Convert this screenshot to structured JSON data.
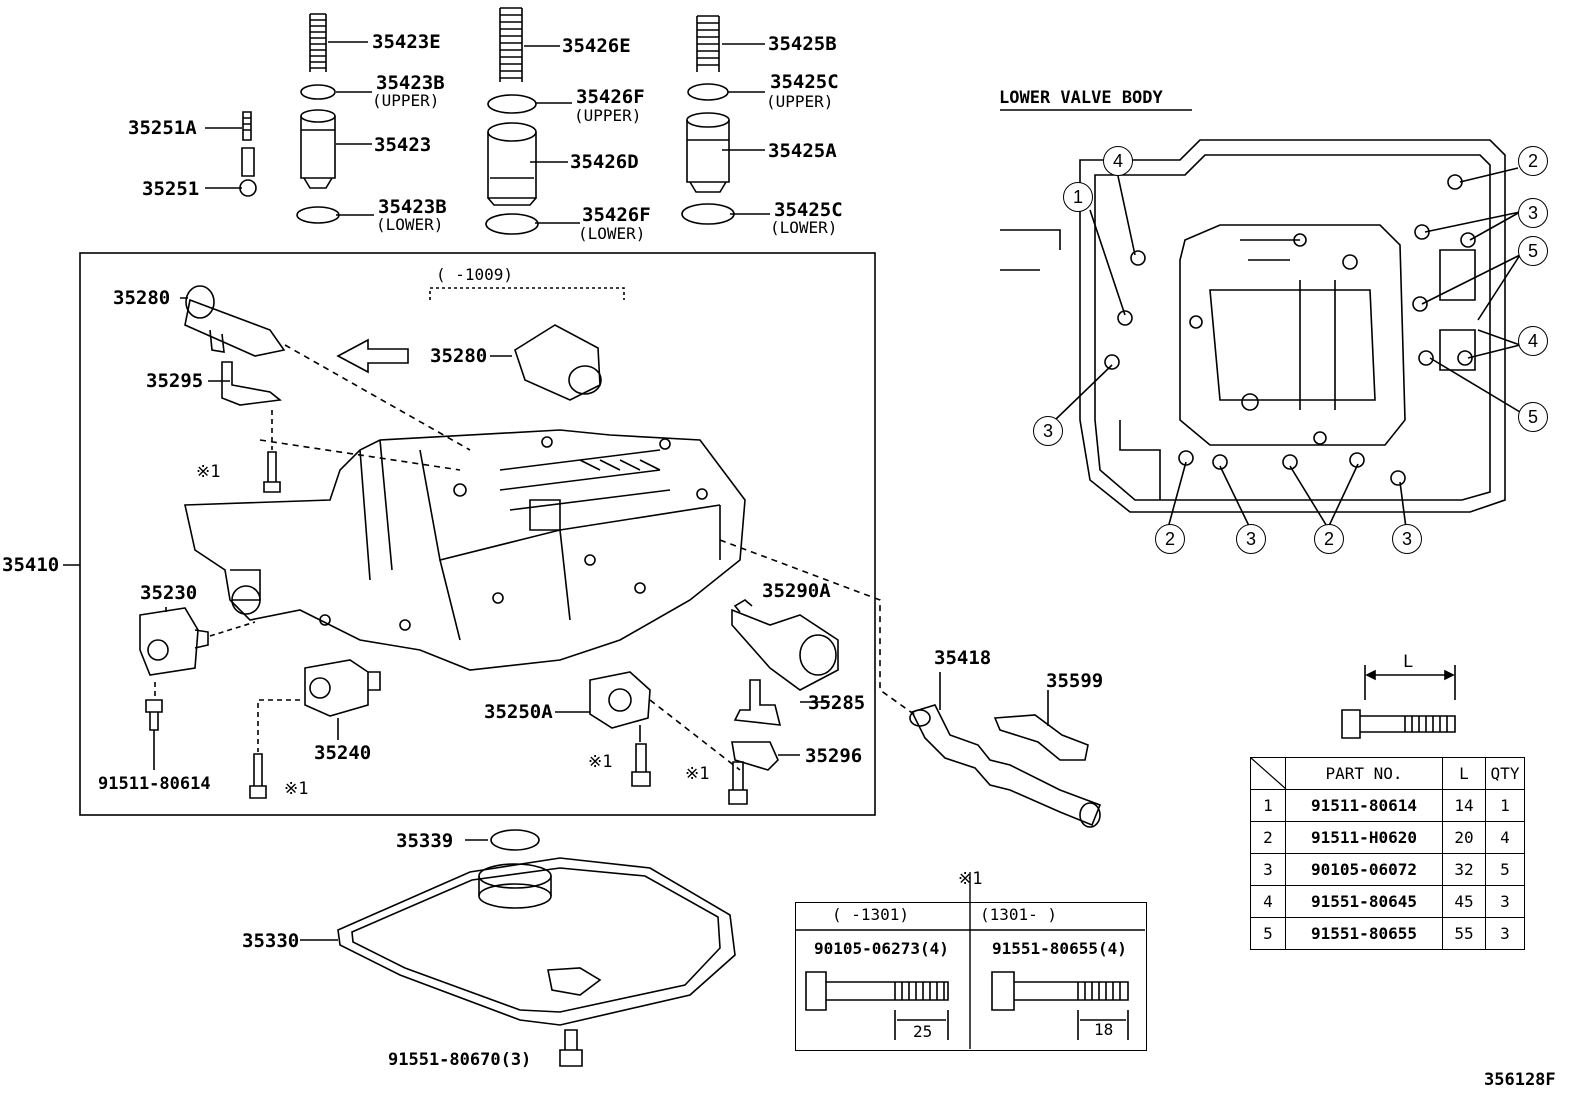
{
  "header": {
    "lower_valve_body_title": "LOWER VALVE BODY",
    "diagram_ref": "356128F"
  },
  "top_parts": {
    "p35423E": "35423E",
    "p35423B_upper": "35423B",
    "upper1": "(UPPER)",
    "p35423": "35423",
    "p35423B_lower": "35423B",
    "lower1": "(LOWER)",
    "p35426E": "35426E",
    "p35426F_upper": "35426F",
    "upper2": "(UPPER)",
    "p35426D": "35426D",
    "p35426F_lower": "35426F",
    "lower2": "(LOWER)",
    "p35425B": "35425B",
    "p35425C_upper": "35425C",
    "upper3": "(UPPER)",
    "p35425A": "35425A",
    "p35425C_lower": "35425C",
    "lower3": "(LOWER)",
    "p35251A": "35251A",
    "p35251": "35251"
  },
  "assembly": {
    "range_label": "(     -1009)",
    "p35280_a": "35280",
    "p35280_b": "35280",
    "p35295": "35295",
    "mark1_a": "※1",
    "p35410": "35410",
    "p35230": "35230",
    "p35290A": "35290A",
    "p35285": "35285",
    "p35250A": "35250A",
    "p35240": "35240",
    "p35296": "35296",
    "mark1_b": "※1",
    "mark1_c": "※1",
    "bolt_91511": "91511-80614",
    "mark1_d": "※1"
  },
  "loose_parts": {
    "p35418": "35418",
    "p35599": "35599",
    "p35339": "35339",
    "p35330": "35330",
    "bolt_91551": "91551-80670(3)"
  },
  "bolt_box": {
    "mark": "※1",
    "left_range": "(     -1301)",
    "right_range": "(1301-     )",
    "left_part": "90105-06273(4)",
    "right_part": "91551-80655(4)",
    "left_dim": "25",
    "right_dim": "18"
  },
  "length_label": "L",
  "parts_table": {
    "headers": [
      "",
      "PART NO.",
      "L",
      "QTY"
    ],
    "rows": [
      {
        "no": "1",
        "part": "91511-80614",
        "l": "14",
        "qty": "1"
      },
      {
        "no": "2",
        "part": "91511-H0620",
        "l": "20",
        "qty": "4"
      },
      {
        "no": "3",
        "part": "90105-06072",
        "l": "32",
        "qty": "5"
      },
      {
        "no": "4",
        "part": "91551-80645",
        "l": "45",
        "qty": "3"
      },
      {
        "no": "5",
        "part": "91551-80655",
        "l": "55",
        "qty": "3"
      }
    ]
  },
  "callouts": {
    "c4_top": "4",
    "c1": "1",
    "c2_top": "2",
    "c3_top": "3",
    "c5_top": "5",
    "c4_right": "4",
    "c5_right": "5",
    "c3_left": "3",
    "c2_b1": "2",
    "c3_b1": "3",
    "c2_b2": "2",
    "c3_b2": "3"
  },
  "colors": {
    "line": "#000000",
    "background": "#ffffff"
  }
}
